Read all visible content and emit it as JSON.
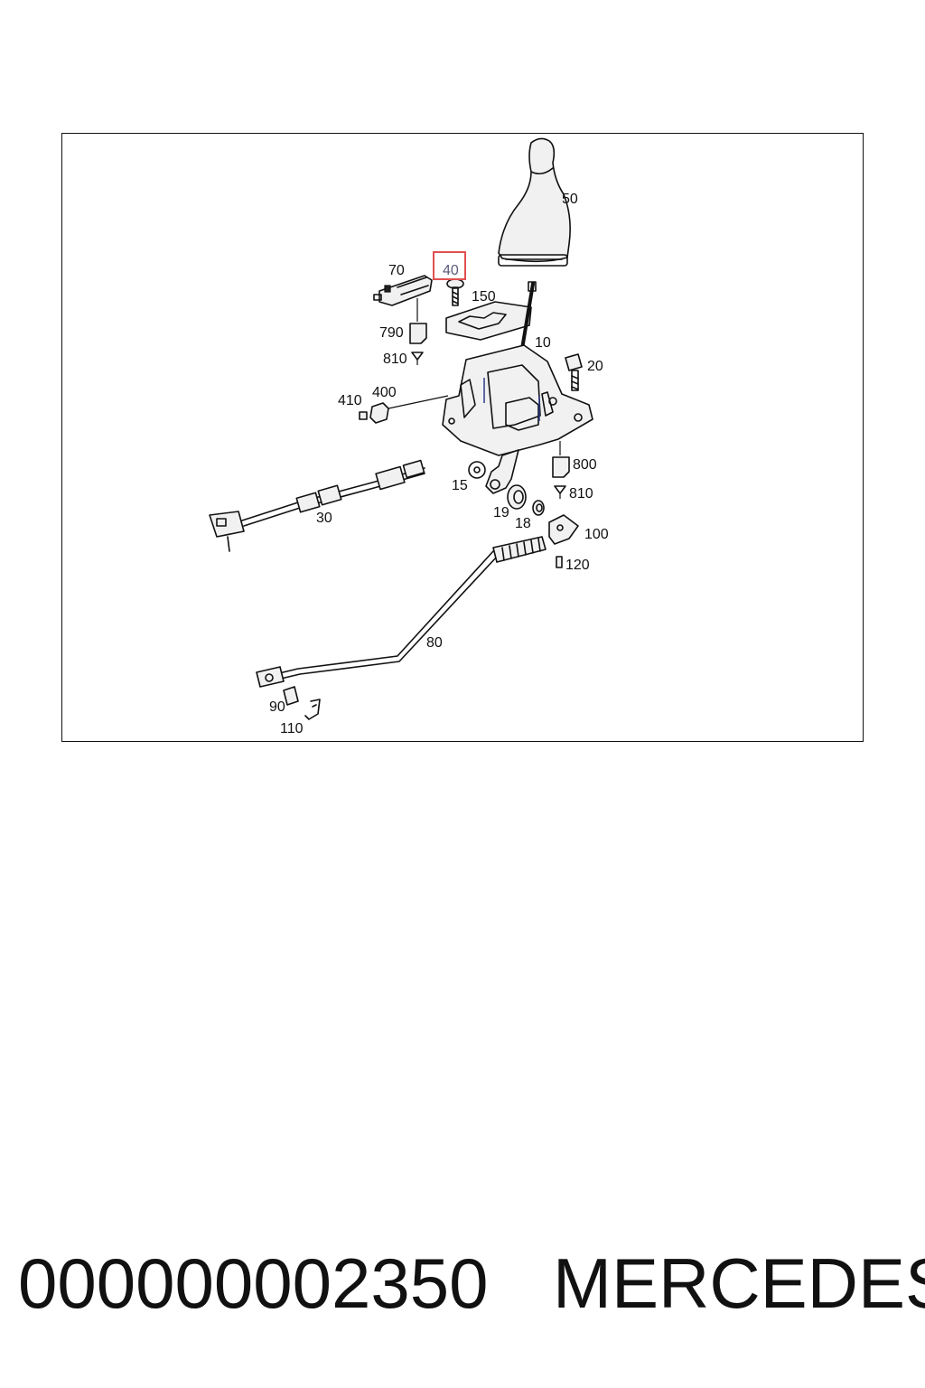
{
  "diagram": {
    "callouts": [
      {
        "id": "c50",
        "text": "50"
      },
      {
        "id": "c70",
        "text": "70"
      },
      {
        "id": "c40",
        "text": "40",
        "highlighted": true
      },
      {
        "id": "c150",
        "text": "150"
      },
      {
        "id": "c790",
        "text": "790"
      },
      {
        "id": "c10",
        "text": "10"
      },
      {
        "id": "c810a",
        "text": "810"
      },
      {
        "id": "c20",
        "text": "20"
      },
      {
        "id": "c410",
        "text": "410"
      },
      {
        "id": "c400",
        "text": "400"
      },
      {
        "id": "c800",
        "text": "800"
      },
      {
        "id": "c15",
        "text": "15"
      },
      {
        "id": "c810b",
        "text": "810"
      },
      {
        "id": "c30",
        "text": "30"
      },
      {
        "id": "c19",
        "text": "19"
      },
      {
        "id": "c18",
        "text": "18"
      },
      {
        "id": "c100",
        "text": "100"
      },
      {
        "id": "c120",
        "text": "120"
      },
      {
        "id": "c80",
        "text": "80"
      },
      {
        "id": "c90",
        "text": "90"
      },
      {
        "id": "c110",
        "text": "110"
      }
    ],
    "highlight_color": "#e05050"
  },
  "footer": {
    "part_number": "000000002350",
    "brand": "MERCEDES"
  }
}
